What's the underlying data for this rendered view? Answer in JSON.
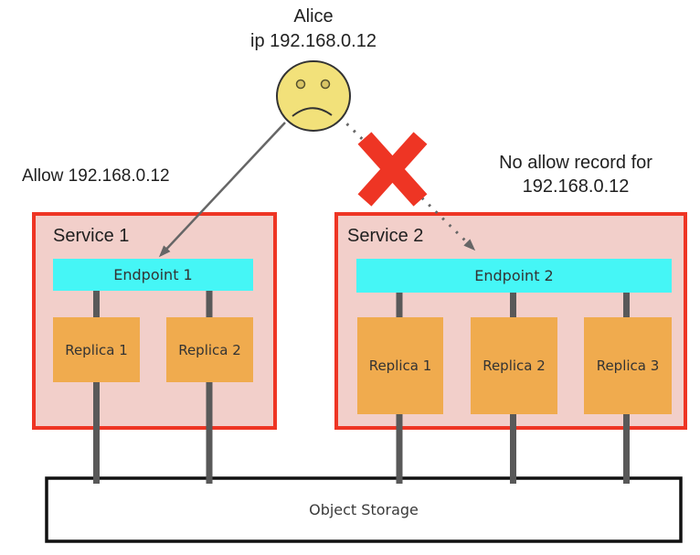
{
  "actor": {
    "name": "Alice",
    "ip": "ip 192.168.0.12"
  },
  "annotations": {
    "allow": "Allow 192.168.0.12",
    "deny_line1": "No allow record for",
    "deny_line2": "192.168.0.12"
  },
  "services": [
    {
      "label": "Service 1",
      "endpoint": "Endpoint 1",
      "replicas": [
        "Replica 1",
        "Replica 2"
      ]
    },
    {
      "label": "Service 2",
      "endpoint": "Endpoint 2",
      "replicas": [
        "Replica 1",
        "Replica 2",
        "Replica 3"
      ]
    }
  ],
  "storage": {
    "label": "Object Storage"
  },
  "colors": {
    "service_fill": "#f2cfca",
    "service_border": "#ee3524",
    "endpoint_fill": "#45f6f6",
    "replica_fill": "#f0ab4e",
    "face_fill": "#f2e17a",
    "face_stroke": "#333333",
    "eye_fill": "#d9c565",
    "cross_red": "#ee3524",
    "connector_gray": "#595959",
    "arrow_gray": "#666666",
    "storage_border": "#111111",
    "text_dark": "#1f1f1f"
  }
}
